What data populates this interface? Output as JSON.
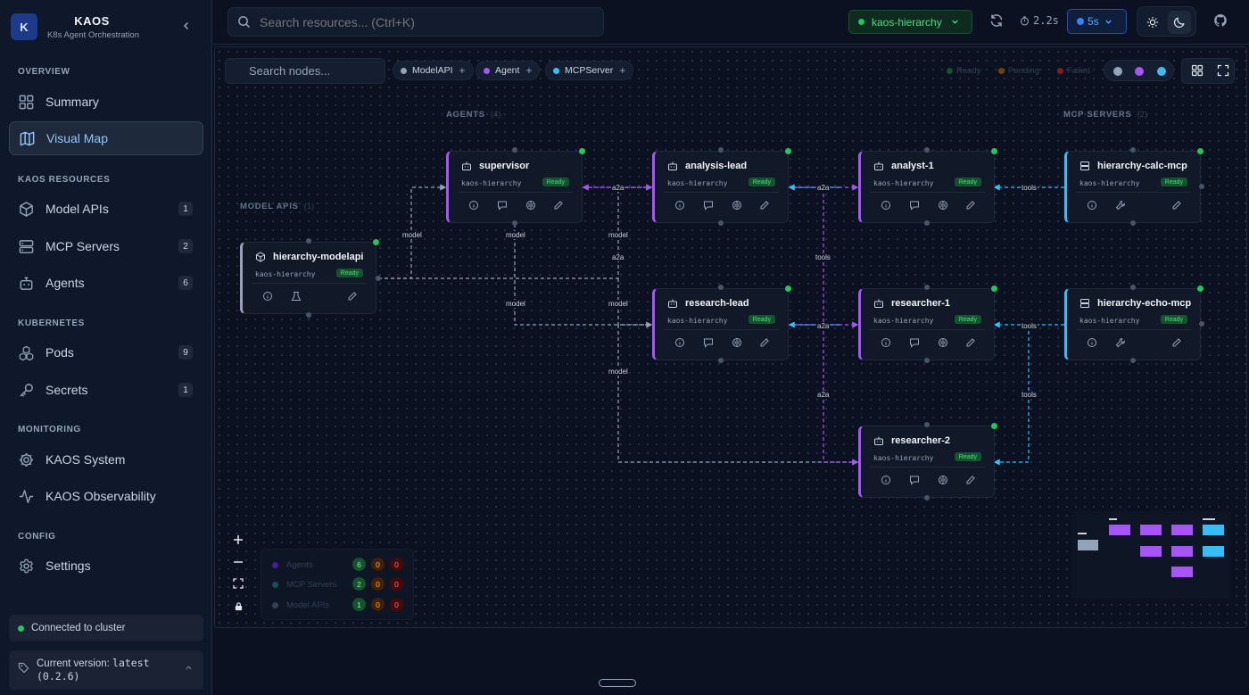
{
  "app": {
    "title": "KAOS",
    "subtitle": "K8s Agent Orchestration",
    "logo_letter": "K"
  },
  "sidebar": {
    "sections": {
      "overview": "OVERVIEW",
      "resources": "KAOS RESOURCES",
      "kubernetes": "KUBERNETES",
      "monitoring": "MONITORING",
      "config": "CONFIG"
    },
    "items": [
      {
        "label": "Summary",
        "icon": "layout-grid-icon"
      },
      {
        "label": "Visual Map",
        "icon": "map-icon",
        "active": true
      },
      {
        "label": "Model APIs",
        "icon": "box-icon",
        "count": "1"
      },
      {
        "label": "MCP Servers",
        "icon": "server-icon",
        "count": "2"
      },
      {
        "label": "Agents",
        "icon": "bot-icon",
        "count": "6"
      },
      {
        "label": "Pods",
        "icon": "boxes-icon",
        "count": "9"
      },
      {
        "label": "Secrets",
        "icon": "key-icon",
        "count": "1"
      },
      {
        "label": "KAOS System",
        "icon": "gear-icon"
      },
      {
        "label": "KAOS Observability",
        "icon": "activity-icon"
      },
      {
        "label": "Settings",
        "icon": "settings-icon"
      }
    ],
    "connection": "Connected to cluster",
    "version_label": "Current version: ",
    "version_value": "latest",
    "version_detail": "(0.2.6)"
  },
  "topbar": {
    "search_placeholder": "Search resources... (Ctrl+K)",
    "context": "kaos-hierarchy",
    "latency": "2.2s",
    "refresh_interval": "5s"
  },
  "canvas": {
    "search_placeholder": "Search nodes...",
    "filters": [
      {
        "label": "ModelAPI",
        "color": "#94a3b8"
      },
      {
        "label": "Agent",
        "color": "#a855f7"
      },
      {
        "label": "MCPServer",
        "color": "#38bdf8"
      }
    ],
    "status_legend": [
      {
        "label": "Ready",
        "color": "#14532d"
      },
      {
        "label": "Pending",
        "color": "#713f12"
      },
      {
        "label": "Failed",
        "color": "#7f1d1d"
      }
    ],
    "groups": {
      "agents": {
        "label": "AGENTS",
        "count": "(4)"
      },
      "mcp": {
        "label": "MCP SERVERS",
        "count": "(2)"
      },
      "apis": {
        "label": "MODEL APIS",
        "count": "(1)"
      }
    },
    "nodes": [
      {
        "id": "modelapi",
        "name": "hierarchy-modelapi",
        "namespace": "kaos-hierarchy",
        "status": "Ready",
        "kind": "api"
      },
      {
        "id": "supervisor",
        "name": "supervisor",
        "namespace": "kaos-hierarchy",
        "status": "Ready",
        "kind": "agent"
      },
      {
        "id": "analysis-lead",
        "name": "analysis-lead",
        "namespace": "kaos-hierarchy",
        "status": "Ready",
        "kind": "agent"
      },
      {
        "id": "analyst-1",
        "name": "analyst-1",
        "namespace": "kaos-hierarchy",
        "status": "Ready",
        "kind": "agent"
      },
      {
        "id": "calc-mcp",
        "name": "hierarchy-calc-mcp",
        "namespace": "kaos-hierarchy",
        "status": "Ready",
        "kind": "mcp"
      },
      {
        "id": "research-lead",
        "name": "research-lead",
        "namespace": "kaos-hierarchy",
        "status": "Ready",
        "kind": "agent"
      },
      {
        "id": "researcher-1",
        "name": "researcher-1",
        "namespace": "kaos-hierarchy",
        "status": "Ready",
        "kind": "agent"
      },
      {
        "id": "echo-mcp",
        "name": "hierarchy-echo-mcp",
        "namespace": "kaos-hierarchy",
        "status": "Ready",
        "kind": "mcp"
      },
      {
        "id": "researcher-2",
        "name": "researcher-2",
        "namespace": "kaos-hierarchy",
        "status": "Ready",
        "kind": "agent"
      }
    ],
    "edge_labels": {
      "model": "model",
      "a2a": "a2a",
      "tools": "tools"
    },
    "stats": [
      {
        "label": "Agents",
        "color": "#a855f7",
        "ready": "6",
        "pending": "0",
        "failed": "0"
      },
      {
        "label": "MCP Servers",
        "color": "#38bdf8",
        "ready": "2",
        "pending": "0",
        "failed": "0"
      },
      {
        "label": "Model APIs",
        "color": "#94a3b8",
        "ready": "1",
        "pending": "0",
        "failed": "0"
      }
    ]
  },
  "colors": {
    "agent": "#a855f7",
    "mcp": "#38bdf8",
    "api": "#94a3b8",
    "ready": "#22c55e",
    "accent": "#3b82f6"
  }
}
